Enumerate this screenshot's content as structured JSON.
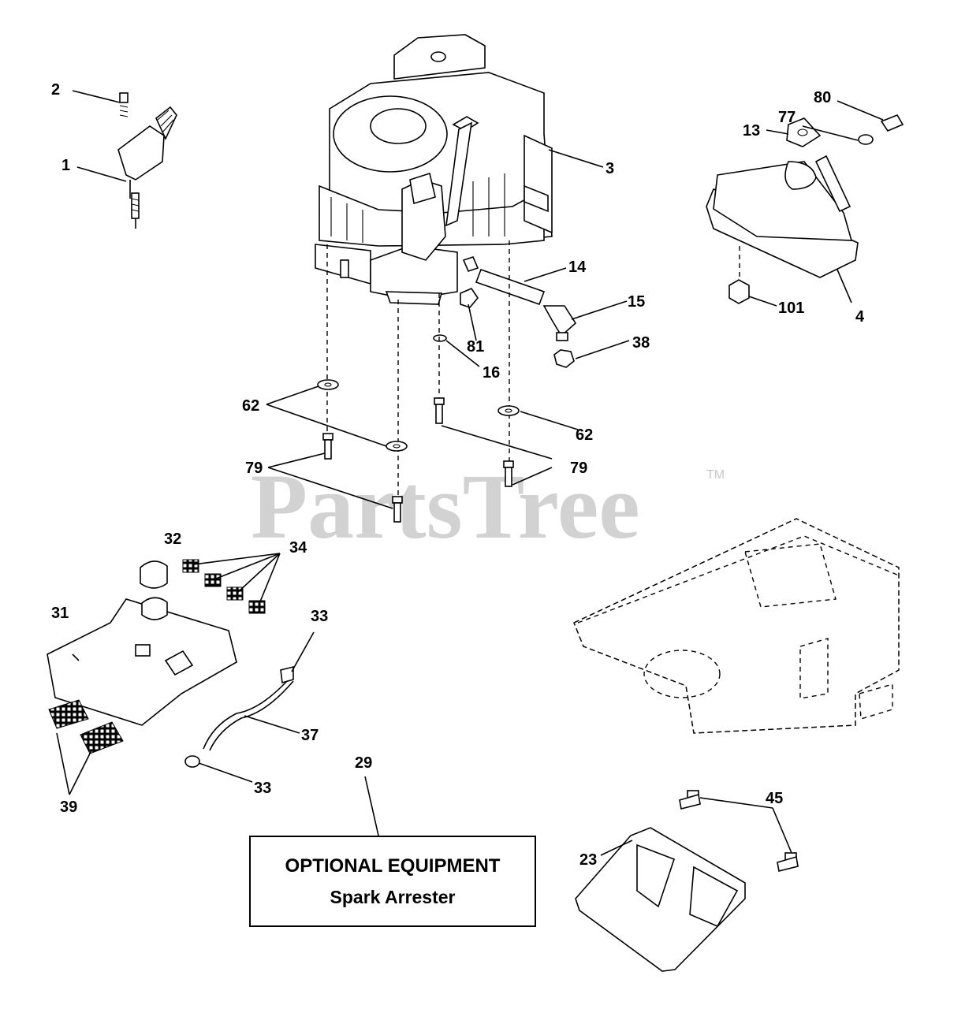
{
  "watermark": {
    "brand": "PartsTree",
    "trademark": "TM"
  },
  "optional_box": {
    "title": "OPTIONAL EQUIPMENT",
    "subtitle": "Spark Arrester"
  },
  "callouts": [
    {
      "id": "c2",
      "text": "2"
    },
    {
      "id": "c1",
      "text": "1"
    },
    {
      "id": "c3",
      "text": "3"
    },
    {
      "id": "c14",
      "text": "14"
    },
    {
      "id": "c15",
      "text": "15"
    },
    {
      "id": "c81",
      "text": "81"
    },
    {
      "id": "c16",
      "text": "16"
    },
    {
      "id": "c38",
      "text": "38"
    },
    {
      "id": "c62a",
      "text": "62"
    },
    {
      "id": "c62b",
      "text": "62"
    },
    {
      "id": "c79a",
      "text": "79"
    },
    {
      "id": "c79b",
      "text": "79"
    },
    {
      "id": "c80",
      "text": "80"
    },
    {
      "id": "c77",
      "text": "77"
    },
    {
      "id": "c13",
      "text": "13"
    },
    {
      "id": "c101",
      "text": "101"
    },
    {
      "id": "c4",
      "text": "4"
    },
    {
      "id": "c32",
      "text": "32"
    },
    {
      "id": "c34",
      "text": "34"
    },
    {
      "id": "c31",
      "text": "31"
    },
    {
      "id": "c33a",
      "text": "33"
    },
    {
      "id": "c37",
      "text": "37"
    },
    {
      "id": "c33b",
      "text": "33"
    },
    {
      "id": "c39",
      "text": "39"
    },
    {
      "id": "c29",
      "text": "29"
    },
    {
      "id": "c45",
      "text": "45"
    },
    {
      "id": "c23",
      "text": "23"
    }
  ]
}
